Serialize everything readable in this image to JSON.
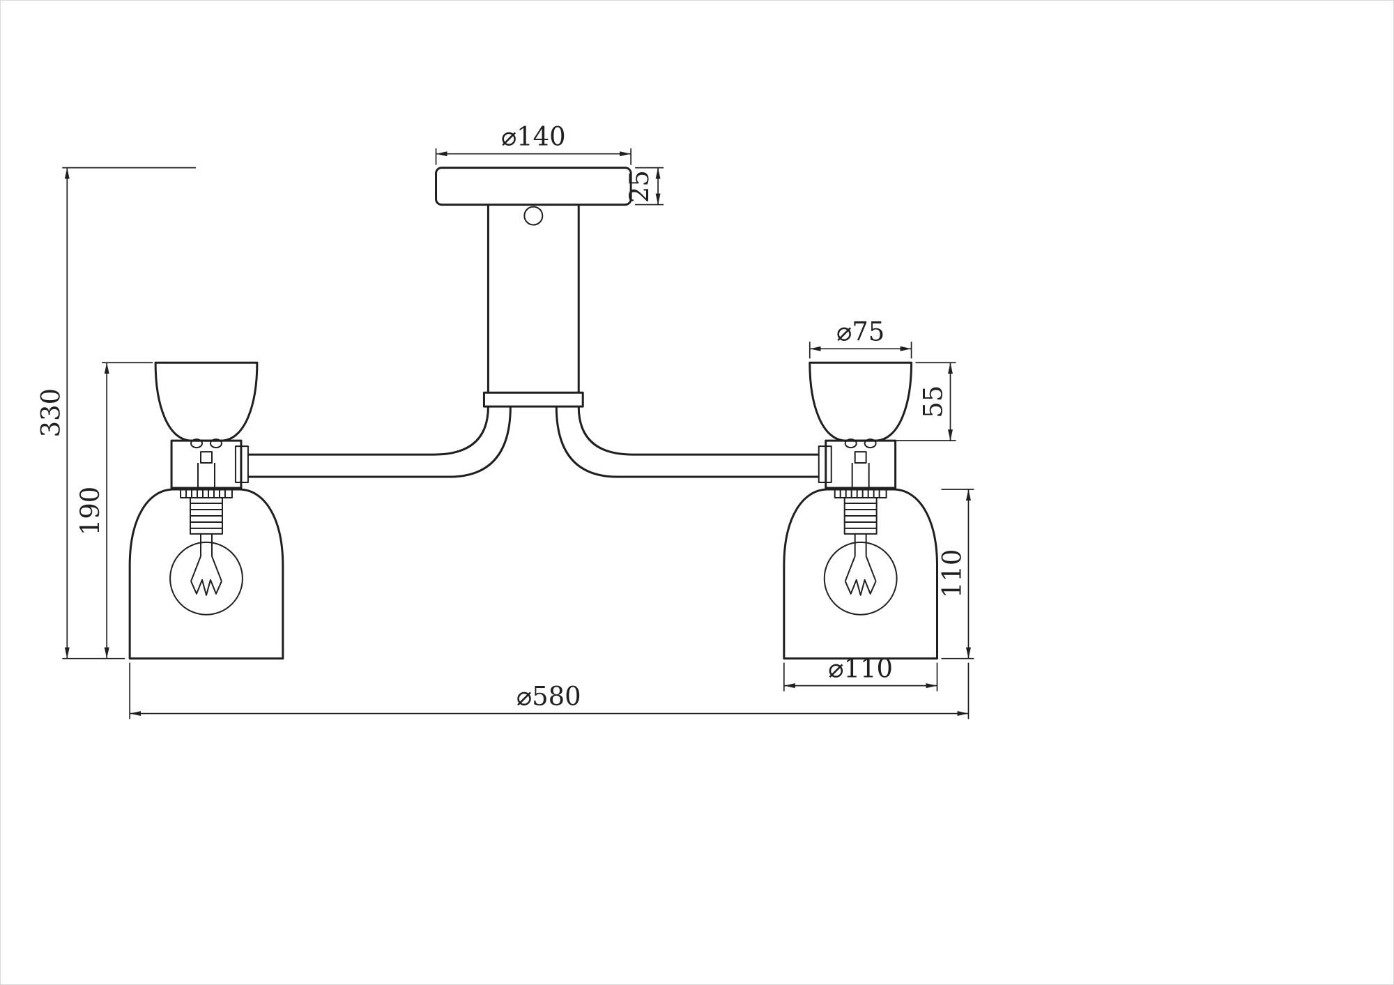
{
  "diagram": {
    "kind": "technical dimension drawing",
    "subject": "two-shade semi-flush ceiling lamp, front elevation",
    "colors": {
      "line": "#1f1f1f",
      "background": "#ffffff"
    },
    "labels": {
      "canopy_diameter": "⌀140",
      "canopy_height": "25",
      "overall_height": "330",
      "lamp_assembly_height": "190",
      "cup_diameter": "⌀75",
      "cup_height": "55",
      "shade_height": "110",
      "shade_diameter": "⌀110",
      "overall_diameter": "⌀580"
    }
  }
}
